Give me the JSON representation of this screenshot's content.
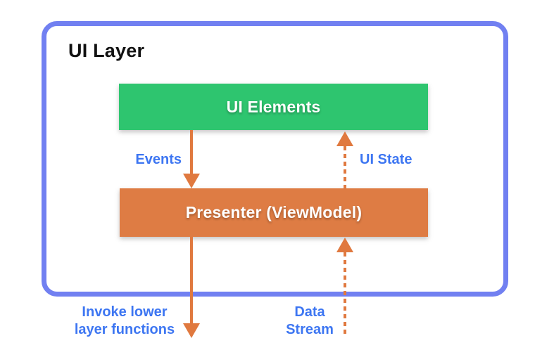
{
  "title": {
    "text": "UI Layer"
  },
  "boxes": {
    "ui_elements": {
      "label": "UI Elements",
      "color": "#2EC56F"
    },
    "presenter": {
      "label": "Presenter (ViewModel)",
      "color": "#DE7C44"
    }
  },
  "arrows": {
    "events": {
      "label": "Events",
      "style": "solid",
      "direction": "down",
      "from": "UI Elements",
      "to": "Presenter (ViewModel)"
    },
    "ui_state": {
      "label": "UI State",
      "style": "dashed",
      "direction": "up",
      "from": "Presenter (ViewModel)",
      "to": "UI Elements"
    },
    "invoke": {
      "label_line1": "Invoke lower",
      "label_line2": "layer functions",
      "style": "solid",
      "direction": "down",
      "from": "Presenter (ViewModel)",
      "to": "outside UI Layer"
    },
    "data_stream": {
      "label_line1": "Data",
      "label_line2": "Stream",
      "style": "dashed",
      "direction": "up",
      "from": "outside UI Layer",
      "to": "Presenter (ViewModel)"
    }
  },
  "colors": {
    "container_border": "#7180F1",
    "green": "#2EC56F",
    "orange": "#DE7C44",
    "arrow_orange": "#E0793F",
    "label_blue": "#3D76F2"
  }
}
